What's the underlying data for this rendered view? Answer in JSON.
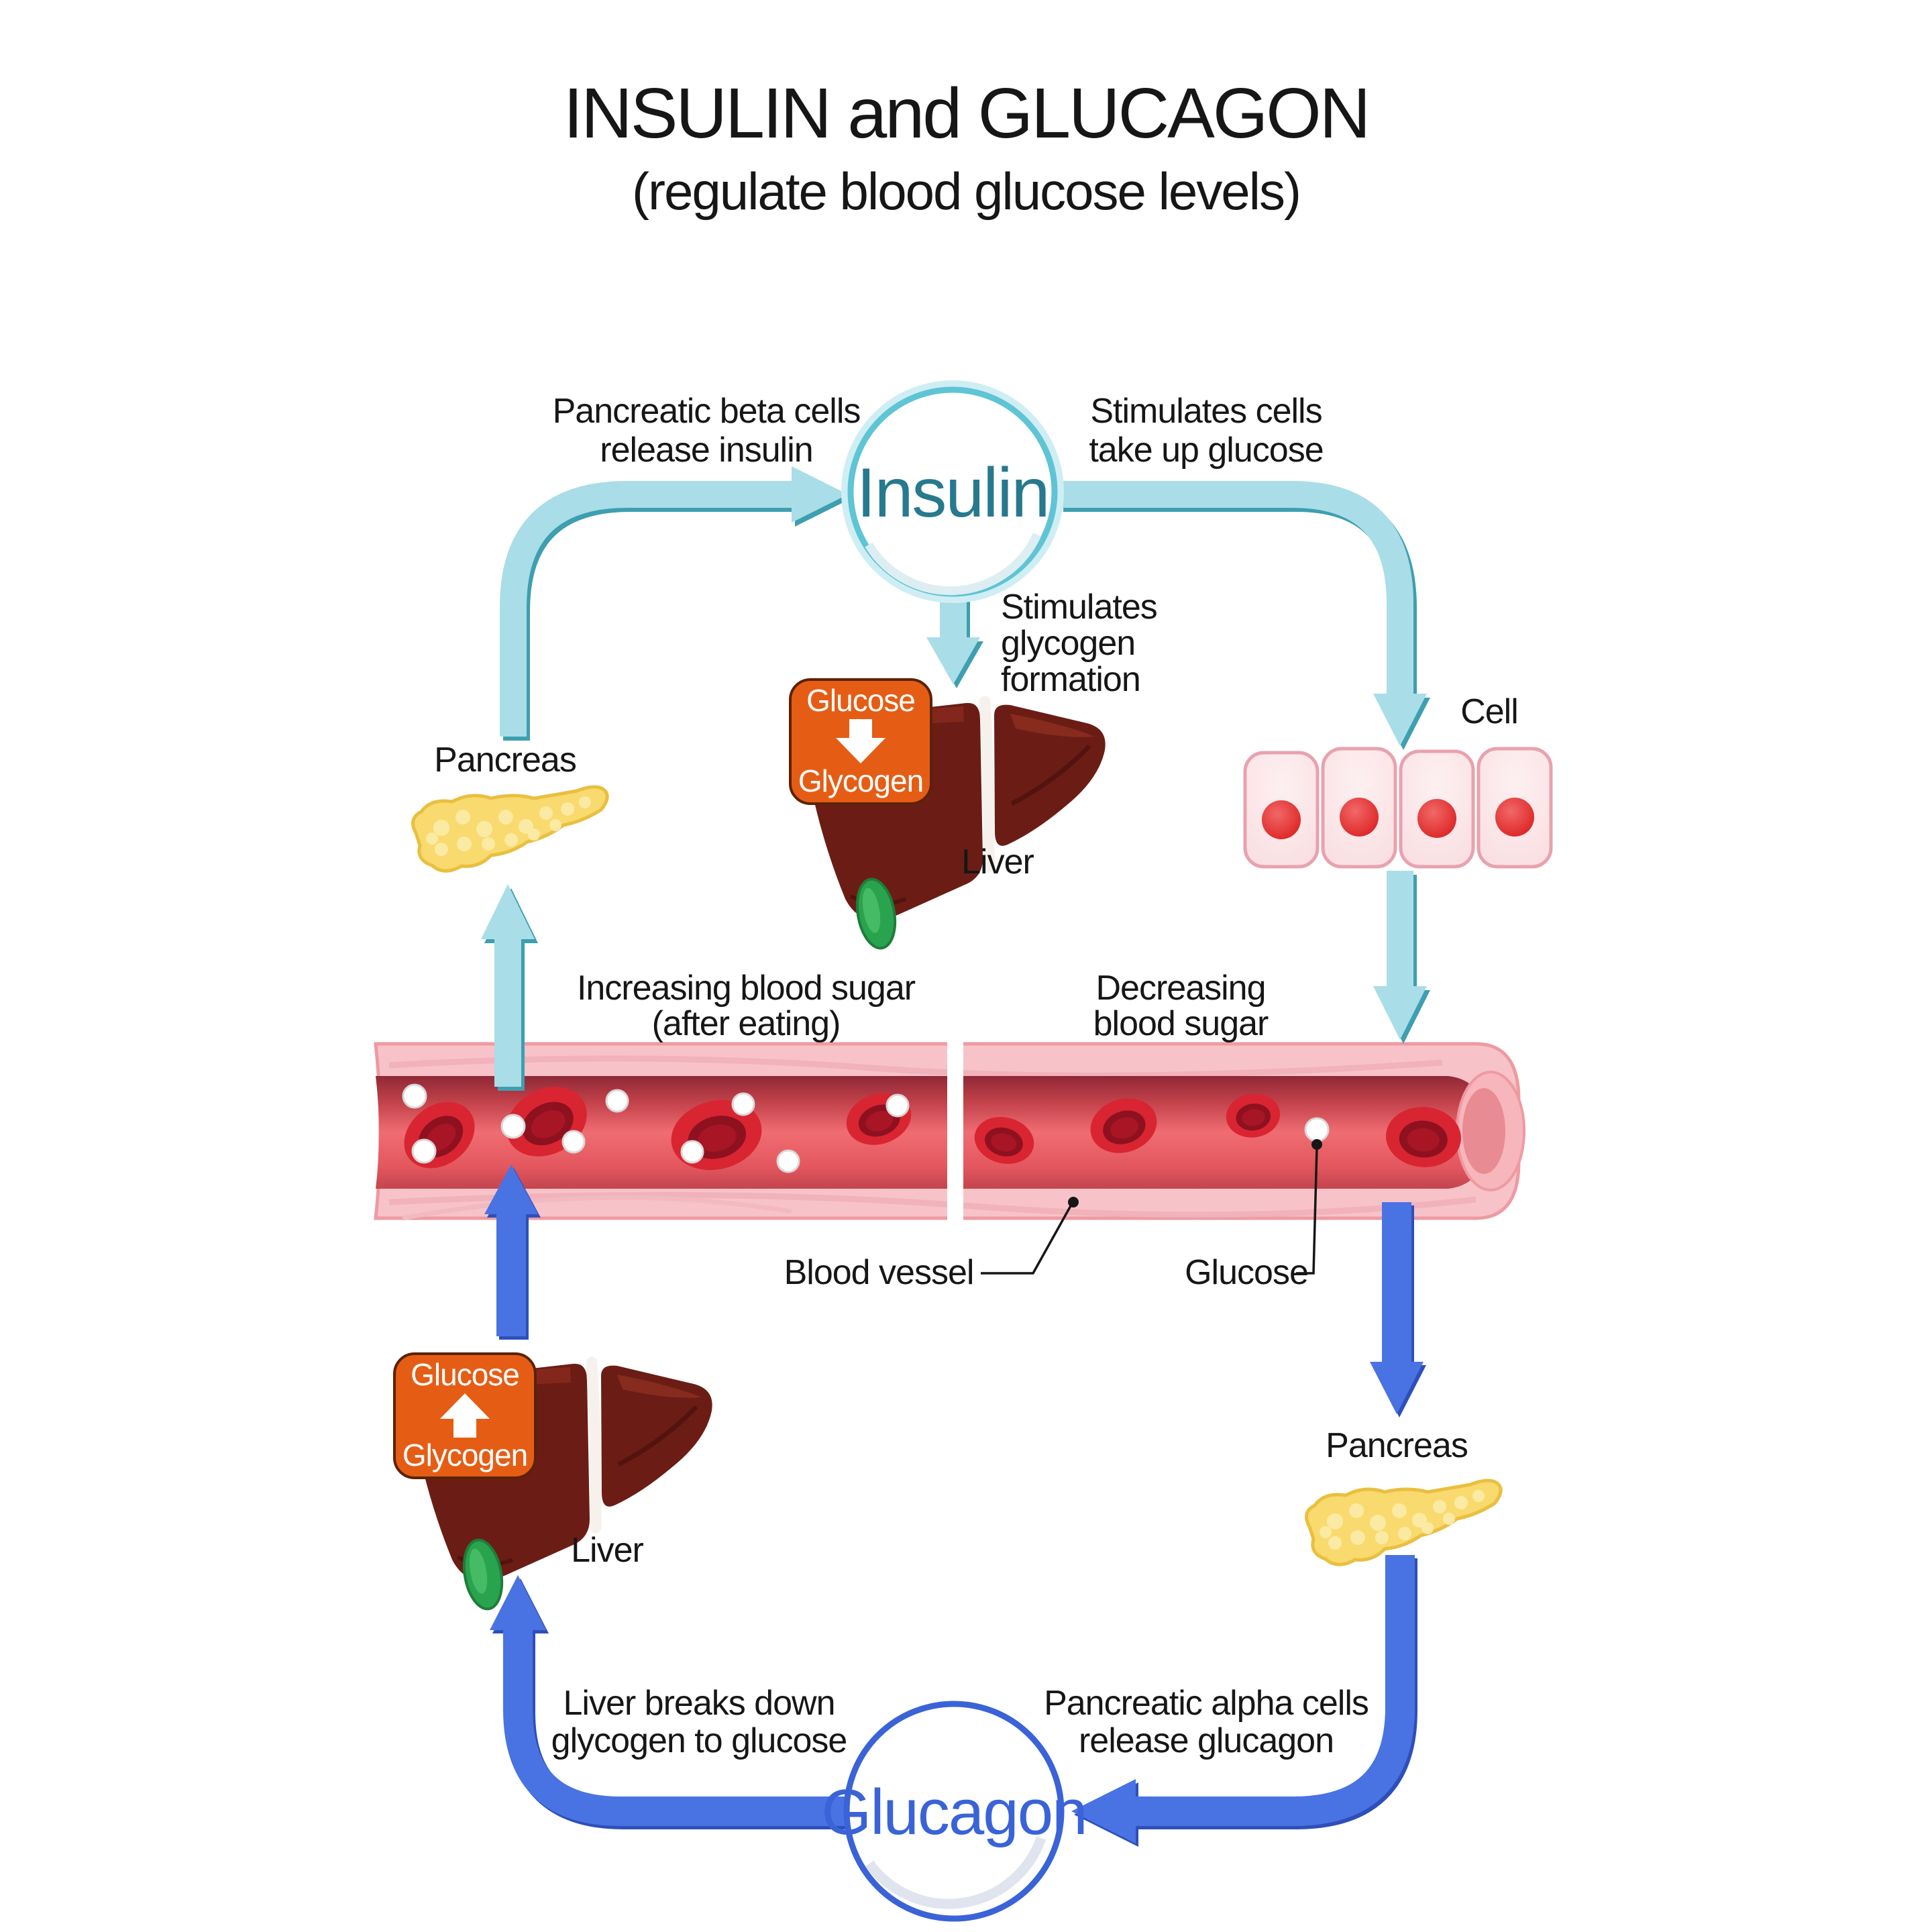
{
  "title": {
    "main": "INSULIN and GLUCAGON",
    "subtitle": "(regulate blood glucose levels)"
  },
  "insulin": {
    "hormone": "Insulin",
    "beta_cells": [
      "Pancreatic beta cells",
      "release insulin"
    ],
    "cells_uptake": [
      "Stimulates cells",
      "take up glucose"
    ],
    "glycogen_formation": [
      "Stimulates",
      "glycogen",
      "formation"
    ],
    "pancreas_label": "Pancreas",
    "cell_label": "Cell",
    "liver_label": "Liver",
    "badge": {
      "from": "Glucose",
      "to": "Glycogen",
      "direction": "down"
    },
    "blood_state": [
      "Increasing blood sugar",
      "(after eating)"
    ]
  },
  "glucagon": {
    "hormone": "Glucagon",
    "alpha_cells": [
      "Pancreatic alpha cells",
      "release glucagon"
    ],
    "liver_action": [
      "Liver breaks down",
      "glycogen to glucose"
    ],
    "pancreas_label": "Pancreas",
    "liver_label": "Liver",
    "badge": {
      "from": "Glucose",
      "to": "Glycogen",
      "direction": "up"
    },
    "blood_state": [
      "Decreasing",
      "blood sugar"
    ]
  },
  "vessel": {
    "label": "Blood vessel",
    "glucose_label": "Glucose"
  },
  "colors": {
    "insulin_arrow": "#a9dde8",
    "insulin_arrow_edge": "#3e9fb0",
    "insulin_ring": "#5ec4d6",
    "insulin_text": "#27798e",
    "glucagon_arrow": "#4a73e3",
    "glucagon_arrow_edge": "#2d4fba",
    "glucagon_text": "#3a63d8",
    "badge_orange": "#e55d15",
    "liver_maroon": "#6b1d15",
    "gallbladder_green": "#2aa34e",
    "pancreas_yellow": "#f8da6e",
    "vessel_wall_pink": "#f8c3c8",
    "blood_red": "#e05560",
    "rbc_red": "#d92531",
    "text": "#161616"
  }
}
